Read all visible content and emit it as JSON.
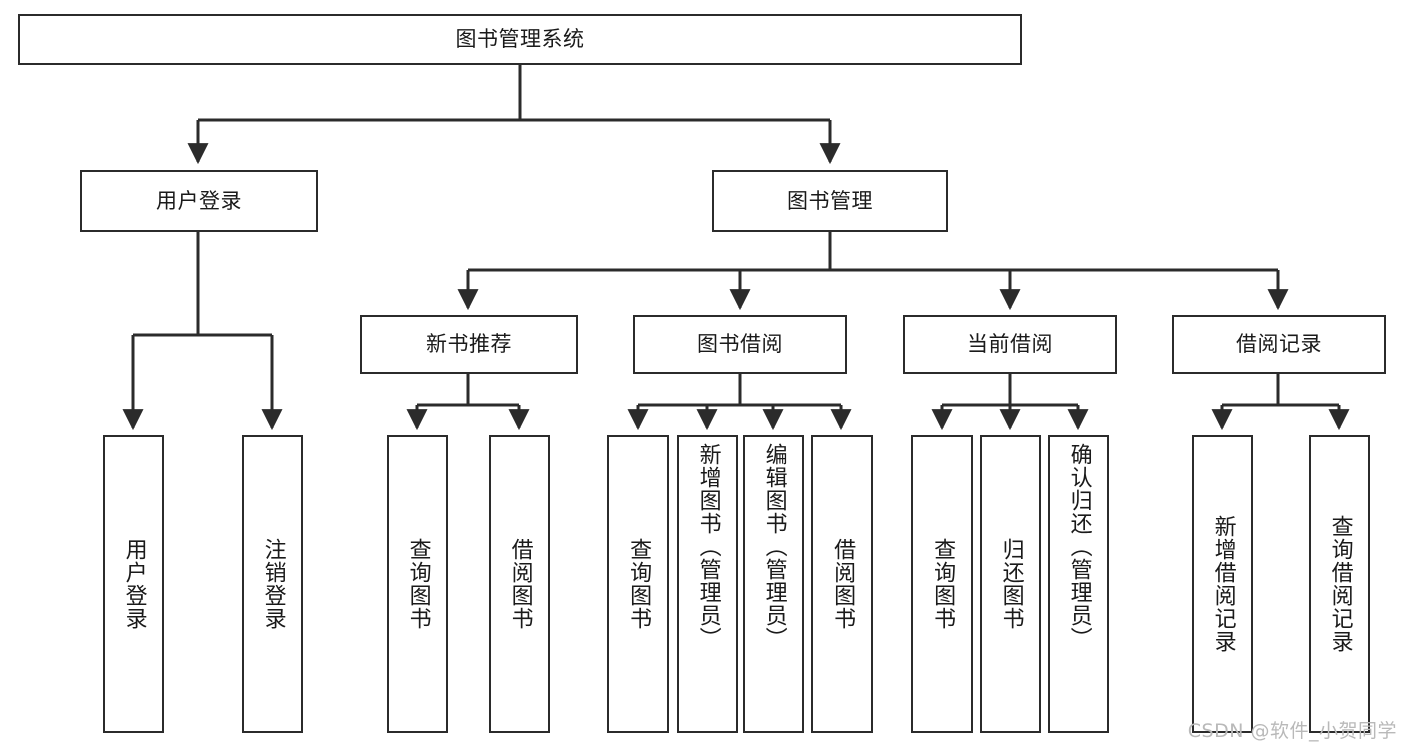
{
  "diagram": {
    "title": "图书管理系统",
    "type": "hierarchy-tree",
    "watermark": "CSDN @软件_小贺同学",
    "colors": {
      "stroke": "#2b2b2b",
      "fill": "#ffffff",
      "text": "#1a1a1a",
      "watermark": "#b9b9b9"
    },
    "root": {
      "label": "图书管理系统"
    },
    "level2": [
      {
        "label": "用户登录"
      },
      {
        "label": "图书管理"
      }
    ],
    "level3": [
      {
        "label": "新书推荐"
      },
      {
        "label": "图书借阅"
      },
      {
        "label": "当前借阅"
      },
      {
        "label": "借阅记录"
      }
    ],
    "leaves": {
      "user_login": [
        {
          "label": "用户登录"
        },
        {
          "label": "注销登录"
        }
      ],
      "new_book_recommend": [
        {
          "label": "查询图书"
        },
        {
          "label": "借阅图书"
        }
      ],
      "book_borrow": [
        {
          "label": "查询图书"
        },
        {
          "label": "新增图书（管理员）"
        },
        {
          "label": "编辑图书（管理员）"
        },
        {
          "label": "借阅图书"
        }
      ],
      "current_borrow": [
        {
          "label": "查询图书"
        },
        {
          "label": "归还图书"
        },
        {
          "label": "确认归还（管理员）"
        }
      ],
      "borrow_record": [
        {
          "label": "新增借阅记录"
        },
        {
          "label": "查询借阅记录"
        }
      ]
    }
  }
}
